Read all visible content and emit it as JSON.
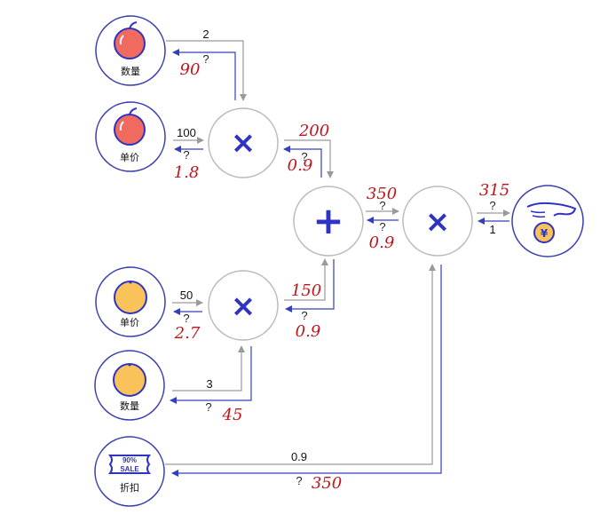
{
  "inputs": {
    "apple_quantity_label": "数量",
    "apple_price_label": "单价",
    "orange_price_label": "单价",
    "orange_quantity_label": "数量",
    "discount_label": "折扣",
    "discount_badge_top": "90%",
    "discount_badge_bottom": "SALE"
  },
  "operators": {
    "mul_apple": "×",
    "mul_orange": "×",
    "add": "+",
    "mul_total": "×",
    "payment_icon": "hand-coin-yen-icon",
    "payment_symbol": "¥"
  },
  "forward_values": {
    "apple_quantity": "2",
    "apple_price": "100",
    "apple_total": "200",
    "orange_price": "50",
    "orange_quantity": "3",
    "orange_total": "150",
    "sum": "350",
    "discount": "0.9",
    "final": "315"
  },
  "backward_values": {
    "q": "?",
    "final_grad": "1",
    "apple_quantity_grad": "90",
    "apple_price_grad": "1.8",
    "apple_total_grad": "0.9",
    "orange_price_grad": "2.7",
    "orange_total_grad": "0.9",
    "orange_quantity_grad": "45",
    "sum_grad": "0.9",
    "discount_grad": "350"
  },
  "colors": {
    "node_border": "#3a3fae",
    "operator": "#2f33c4",
    "forward_arrow": "#9a9a9a",
    "backward_arrow": "#3540b8",
    "handwriting": "#c0141b",
    "apple": "#f06a60",
    "orange": "#f9c25a"
  }
}
